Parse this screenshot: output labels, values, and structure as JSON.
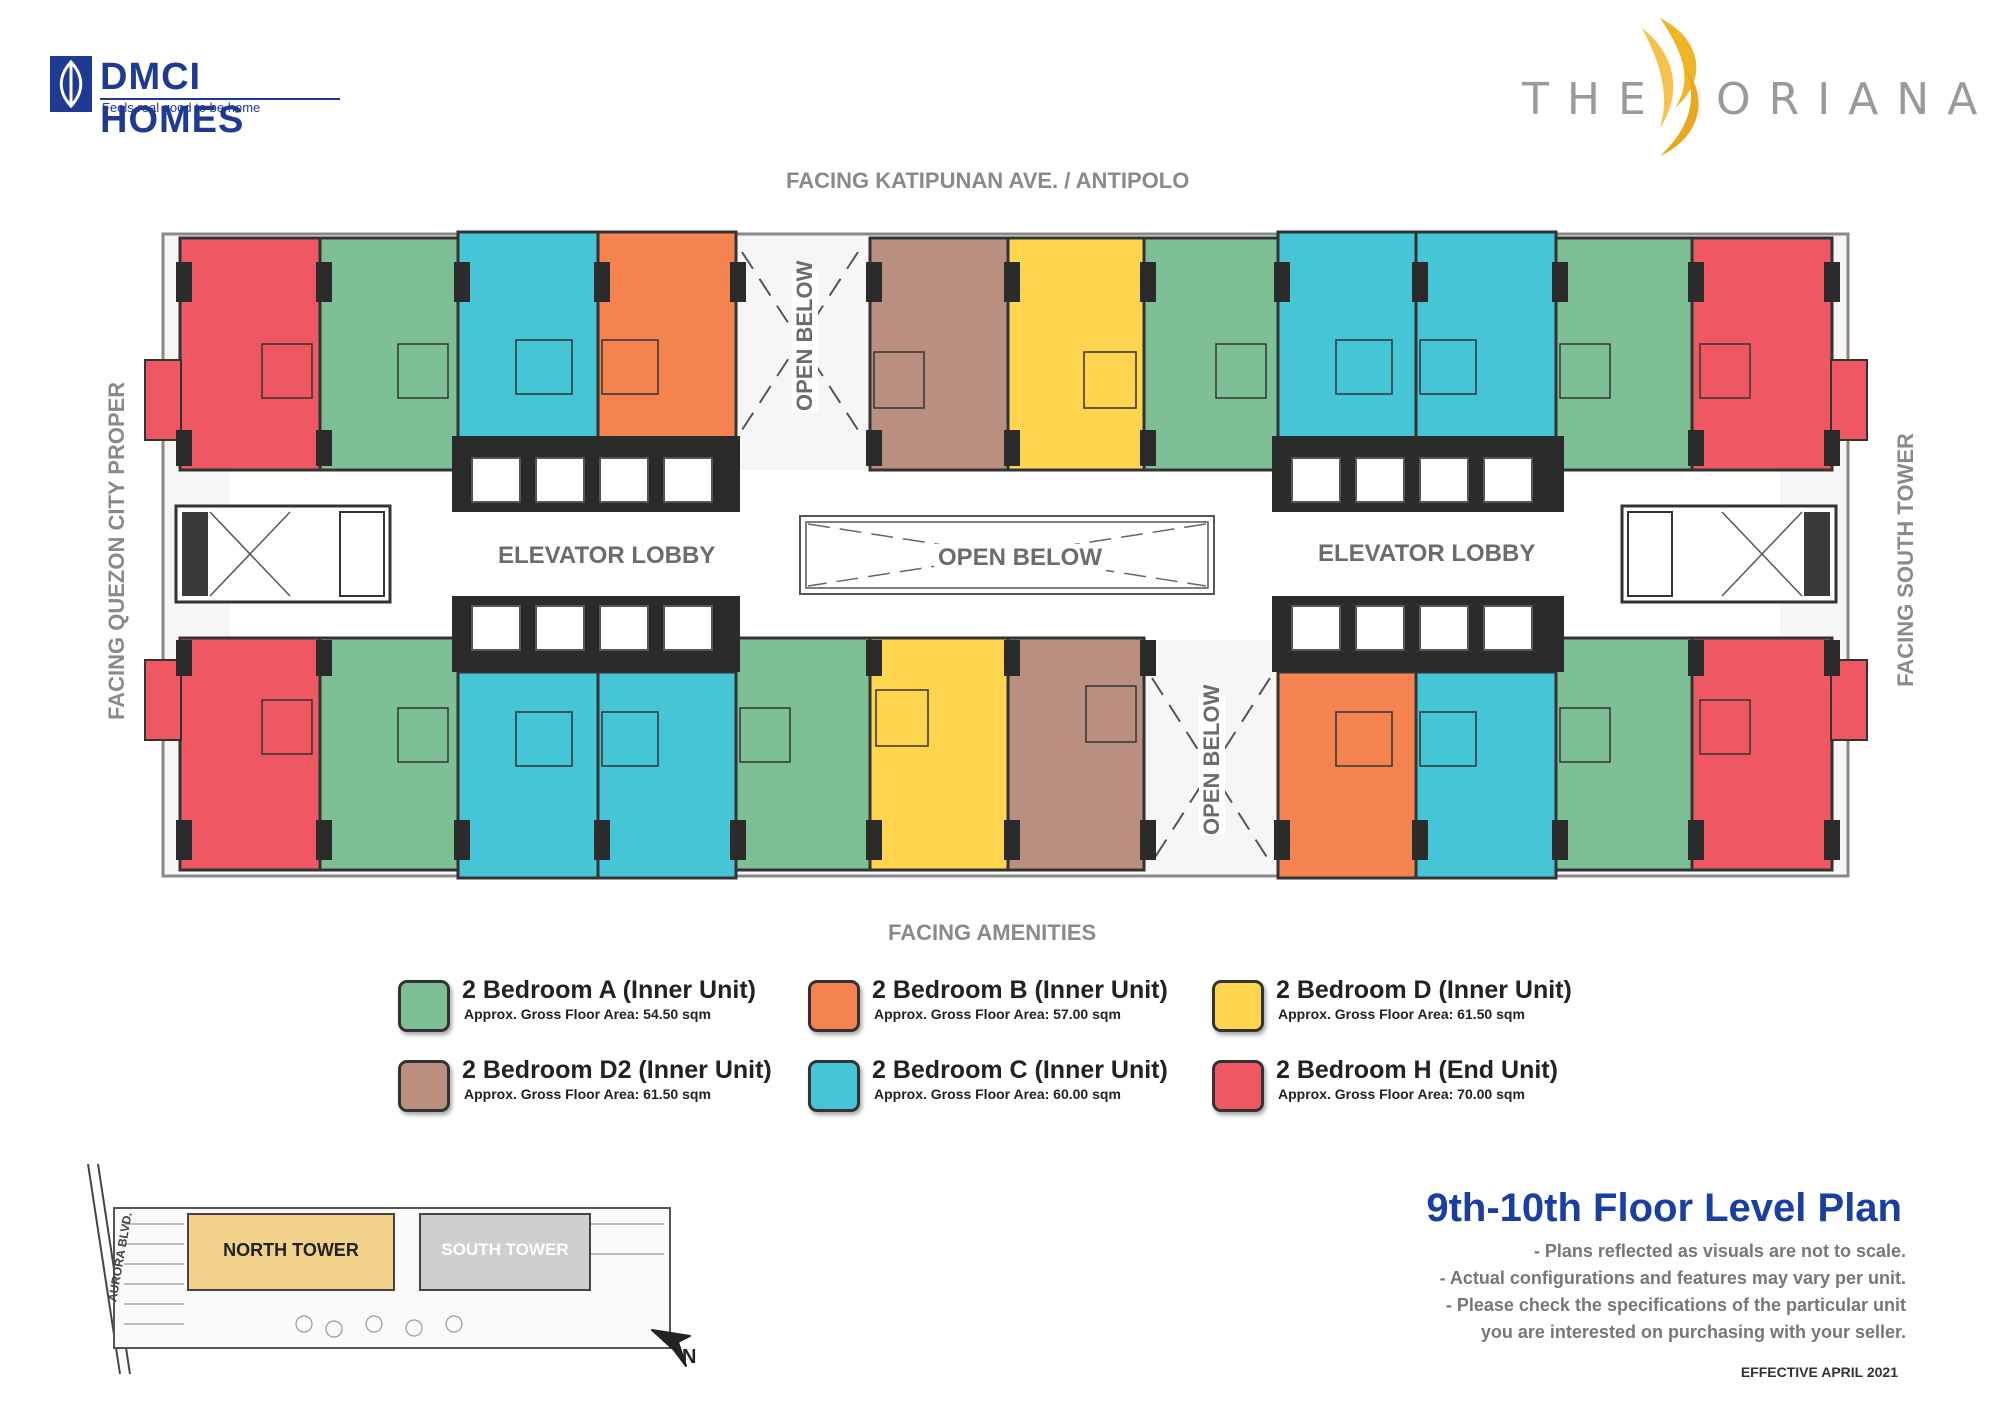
{
  "brand": {
    "logo_name": "DMCI HOMES",
    "logo_tagline": "Feels real good to be home",
    "project_left": "THE",
    "project_right": "ORIANA"
  },
  "labels": {
    "facing_top": "FACING KATIPUNAN AVE. / ANTIPOLO",
    "facing_bottom": "FACING AMENITIES",
    "facing_left": "FACING QUEZON CITY PROPER",
    "facing_right": "FACING SOUTH TOWER",
    "open_below": "OPEN BELOW",
    "elevator_lobby": "ELEVATOR LOBBY"
  },
  "legend": [
    {
      "title": "2 Bedroom A (Inner Unit)",
      "area": "Approx. Gross Floor Area: 54.50 sqm",
      "color": "#7fbf96"
    },
    {
      "title": "2 Bedroom B (Inner Unit)",
      "area": "Approx. Gross Floor Area: 57.00 sqm",
      "color": "#f4834f"
    },
    {
      "title": "2 Bedroom D (Inner Unit)",
      "area": "Approx. Gross Floor Area: 61.50 sqm",
      "color": "#ffd54f"
    },
    {
      "title": "2 Bedroom D2 (Inner Unit)",
      "area": "Approx. Gross Floor Area: 61.50 sqm",
      "color": "#bb8f80"
    },
    {
      "title": "2 Bedroom C (Inner Unit)",
      "area": "Approx. Gross Floor Area: 60.00 sqm",
      "color": "#45c5d6"
    },
    {
      "title": "2 Bedroom H (End Unit)",
      "area": "Approx. Gross Floor Area: 70.00 sqm",
      "color": "#ef5763"
    }
  ],
  "key_plan": {
    "road": "AURORA BLVD.",
    "north_tower": "NORTH TOWER",
    "south_tower": "SOUTH TOWER",
    "north_arrow": "N"
  },
  "plan_title": "9th-10th Floor Level Plan",
  "notes": [
    "- Plans reflected as visuals are not to scale.",
    "- Actual configurations and features may vary per unit.",
    "- Please check the specifications of the particular unit",
    "you are interested on purchasing with your seller."
  ],
  "effective": "EFFECTIVE APRIL 2021"
}
